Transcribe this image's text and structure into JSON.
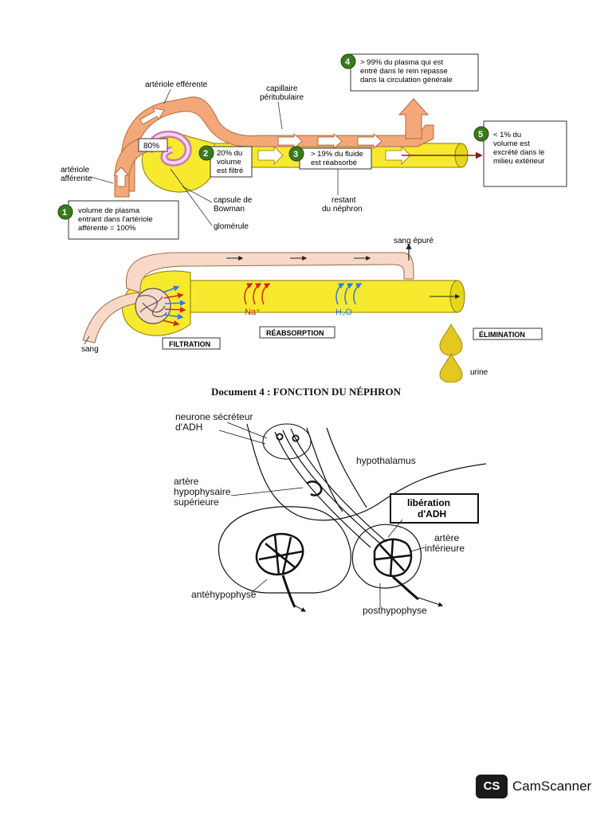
{
  "nephron": {
    "labels": {
      "arteriole_efferente": "artériole efférente",
      "capillaire": "capillaire",
      "peritubulaire": "péritubulaire",
      "arteriole": "artériole",
      "afferente": "afférente",
      "pct80": "80%",
      "capsule": "capsule de",
      "bowman": "Bowman",
      "restant": "restant",
      "du_nephron": "du néphron",
      "glomerule": "glomérule",
      "sang_epure": "sang épuré",
      "sang": "sang",
      "na": "Na⁺",
      "h2o": "H₂O",
      "urine": "urine"
    },
    "steps": [
      {
        "num": "1",
        "lines": [
          "volume de plasma",
          "entrant dans l'artériole",
          "afférente = 100%"
        ]
      },
      {
        "num": "2",
        "lines": [
          "20% du",
          "volume",
          "est filtré"
        ]
      },
      {
        "num": "3",
        "lines": [
          "> 19% du fluide",
          "est réabsorbé"
        ]
      },
      {
        "num": "4",
        "lines": [
          "> 99% du plasma qui est",
          "entré dans le rein repasse",
          "dans la circulation générale"
        ]
      },
      {
        "num": "5",
        "lines": [
          "< 1% du",
          "volume est",
          "excrété dans le",
          "milieu extérieur"
        ]
      }
    ],
    "stages": {
      "filtration": "FILTRATION",
      "reabsorption": "RÉABSORPTION",
      "elimination": "ÉLIMINATION"
    }
  },
  "caption": "Document 4 : FONCTION DU NÉPHRON",
  "pituitary": {
    "labels": {
      "neurone1": "neurone sécréteur",
      "neurone2": "d'ADH",
      "hypothalamus": "hypothalamus",
      "artere_sup1": "artère",
      "artere_sup2": "hypophysaire",
      "artere_sup3": "supérieure",
      "liberation1": "libération",
      "liberation2": "d'ADH",
      "artere_inf1": "artère",
      "artere_inf2": "inférieure",
      "antehypophyse": "antéhypophyse",
      "posthypophyse": "posthypophyse"
    }
  },
  "watermark": {
    "badge": "CS",
    "text": "CamScanner"
  }
}
